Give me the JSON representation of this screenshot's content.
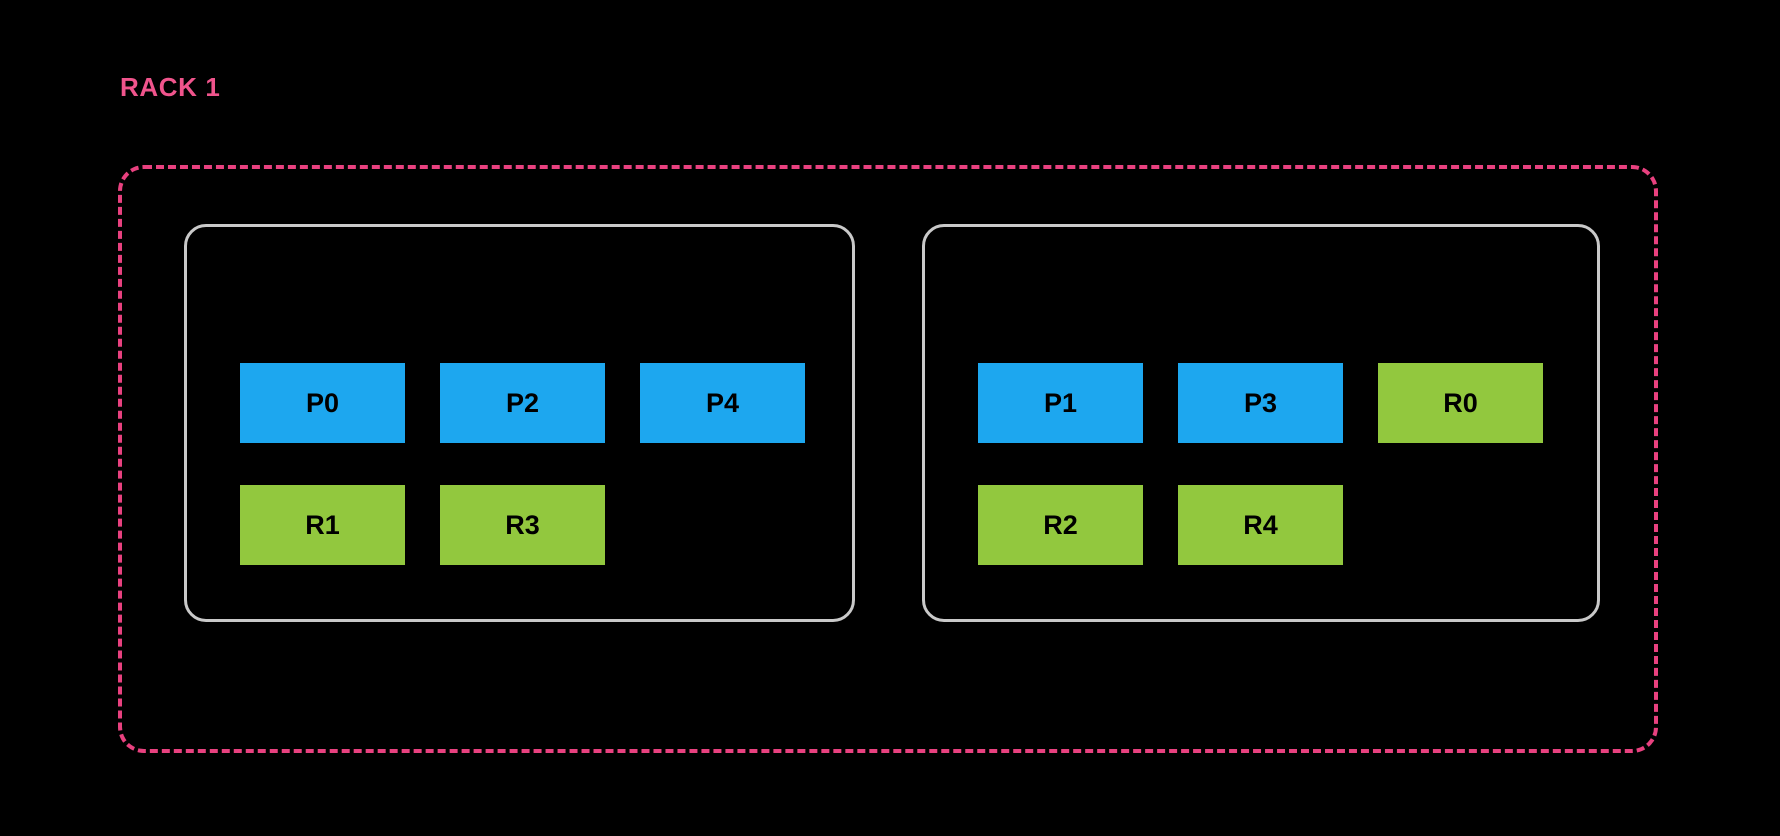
{
  "diagram": {
    "background_color": "#000000",
    "rack": {
      "label": "RACK 1",
      "label_color": "#f0548c",
      "boundary_color": "#e8417f",
      "boundary_style": "dashed"
    },
    "panel_border_color": "#c9c9c9",
    "legend_colors": {
      "primary": "#1da7ef",
      "replica": "#92c83e",
      "block_text": "#000000"
    },
    "panels": [
      {
        "name": "node-panel-left",
        "rows": [
          [
            {
              "label": "P0",
              "kind": "primary"
            },
            {
              "label": "P2",
              "kind": "primary"
            },
            {
              "label": "P4",
              "kind": "primary"
            }
          ],
          [
            {
              "label": "R1",
              "kind": "replica"
            },
            {
              "label": "R3",
              "kind": "replica"
            }
          ]
        ]
      },
      {
        "name": "node-panel-right",
        "rows": [
          [
            {
              "label": "P1",
              "kind": "primary"
            },
            {
              "label": "P3",
              "kind": "primary"
            },
            {
              "label": "R0",
              "kind": "replica"
            }
          ],
          [
            {
              "label": "R2",
              "kind": "replica"
            },
            {
              "label": "R4",
              "kind": "replica"
            }
          ]
        ]
      }
    ]
  }
}
